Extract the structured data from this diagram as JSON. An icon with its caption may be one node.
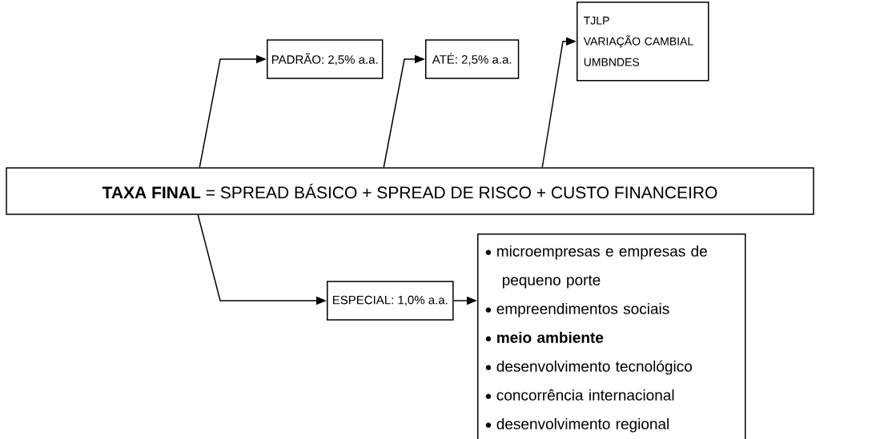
{
  "diagram": {
    "nodes": [
      {
        "text": [
          "**TAXA FINAL** = SPREAD BÁSICO + SPREAD DE RISCO + CUSTO FINANCEIRO"
        ]
      },
      {
        "text": [
          "PADRÃO: 2,5% a.a."
        ]
      },
      {
        "text": [
          "ATÉ: 2,5% a.a."
        ]
      },
      {
        "text": [
          "TJLP",
          "VARIAÇÃO CAMBIAL",
          "UMBNDES"
        ]
      },
      {
        "text": [
          "ESPECIAL: 1,0% a.a."
        ]
      },
      {
        "text": [
          "microempresas e empresas de pequeno porte",
          "empreendimentos sociais",
          "**meio ambiente**",
          "desenvolvimento tecnológico",
          "concorrência internacional",
          "desenvolvimento regional"
        ]
      }
    ],
    "edges": [
      {
        "from": 0,
        "to": 1,
        "arrow": "to"
      },
      {
        "from": 0,
        "to": 2,
        "arrow": "to"
      },
      {
        "from": 0,
        "to": 3,
        "arrow": "to"
      },
      {
        "from": 0,
        "to": 4,
        "arrow": "to"
      },
      {
        "from": 4,
        "to": 5,
        "arrow": "to"
      }
    ]
  }
}
